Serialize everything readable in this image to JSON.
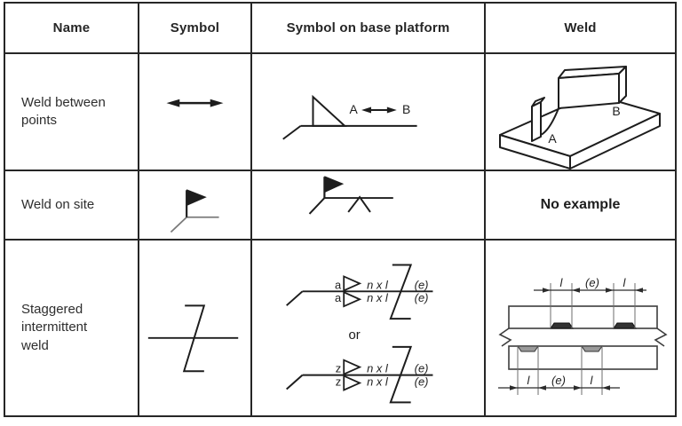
{
  "header": {
    "columns": [
      "Name",
      "Symbol",
      "Symbol on base platform",
      "Weld"
    ]
  },
  "rows": {
    "weld_between_points": {
      "name": "Weld between\npoints",
      "platform": {
        "point_a": "A",
        "point_b": "B"
      },
      "weld": {
        "point_a": "A",
        "point_b": "B"
      }
    },
    "weld_on_site": {
      "name": "Weld on site",
      "weld": {
        "text": "No example"
      }
    },
    "staggered": {
      "name": "Staggered\nintermittent\nweld",
      "platform": {
        "letter_a": "a",
        "letter_z": "z",
        "dimension": "n x l",
        "spacing": "(e)",
        "or": "or"
      },
      "weld": {
        "length": "l",
        "spacing": "(e)"
      }
    }
  },
  "colors": {
    "border": "#262626",
    "line": "#2b2b2b",
    "gray_line": "#7a7a7a",
    "bead_dark": "#333333",
    "bead_gray": "#9a9a9a",
    "background": "#ffffff"
  }
}
